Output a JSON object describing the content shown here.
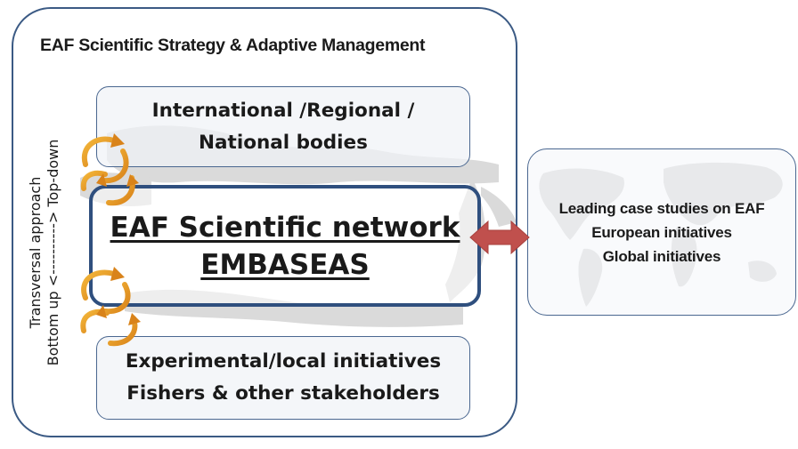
{
  "title": "EAF Scientific Strategy & Adaptive Management",
  "top_box": {
    "line1": "International /Regional /",
    "line2": "National bodies"
  },
  "center_box": {
    "line1": "EAF Scientific network",
    "line2": "EMBASEAS"
  },
  "bottom_box": {
    "line1": "Experimental/local initiatives",
    "line2": "Fishers & other stakeholders"
  },
  "side_label": {
    "line1": "Transversal approach",
    "line2": "Bottom up <----------> Top-down"
  },
  "right_box": {
    "line1": "Leading case studies on EAF",
    "line2": "European initiatives",
    "line3": "Global initiatives"
  },
  "colors": {
    "border": "#3b5a84",
    "arrow_fill": "#c0504d",
    "cycle_arrow": "#e8a020",
    "map": "#c9c9c9"
  }
}
